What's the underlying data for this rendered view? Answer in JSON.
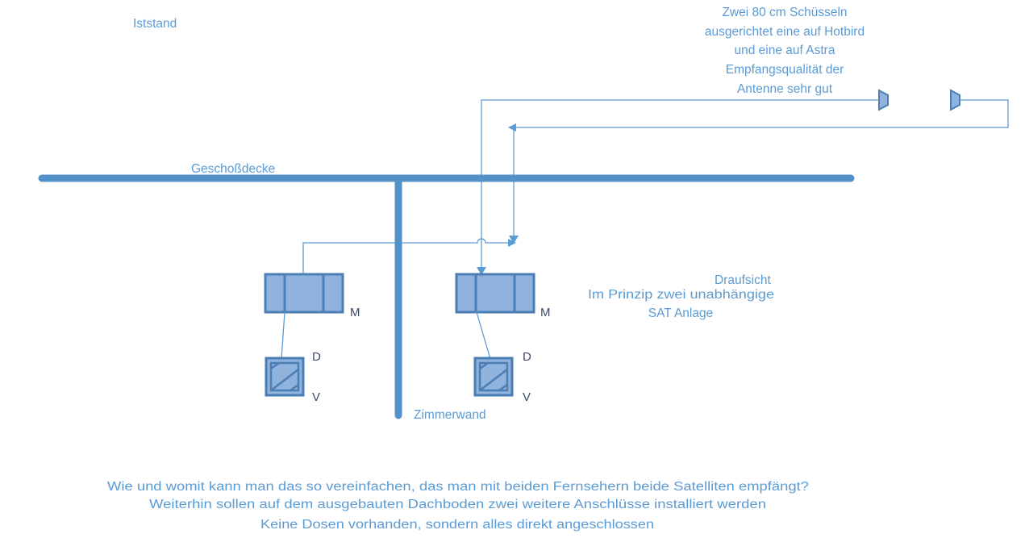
{
  "title": "Iststand",
  "antenna_note": [
    "Zwei 80 cm Schüsseln",
    "ausgerichtet eine auf Hotbird",
    "und eine auf Astra",
    "Empfangsqualität der",
    "Antenne sehr gut"
  ],
  "labels": {
    "ceiling": "Geschoßdecke",
    "wall": "Zimmerwand",
    "view": "Draufsicht",
    "principle_line1": "Im Prinzip zwei unabhängige",
    "principle_line2": "SAT Anlage",
    "multiswitch": "M",
    "device_top": "D",
    "device_bottom": "V"
  },
  "question": [
    "Wie und womit kann man das so vereinfachen, das man mit beiden Fernsehern beide Satelliten empfängt?",
    "Weiterhin sollen auf dem ausgebauten Dachboden zwei weitere Anschlüsse installiert werden",
    "Keine Dosen vorhanden, sondern alles direkt angeschlossen"
  ],
  "colors": {
    "text": "#5b9bd5",
    "structure": "#5591c9",
    "box_fill": "#8fb3dd",
    "box_stroke": "#4a7eb5"
  }
}
